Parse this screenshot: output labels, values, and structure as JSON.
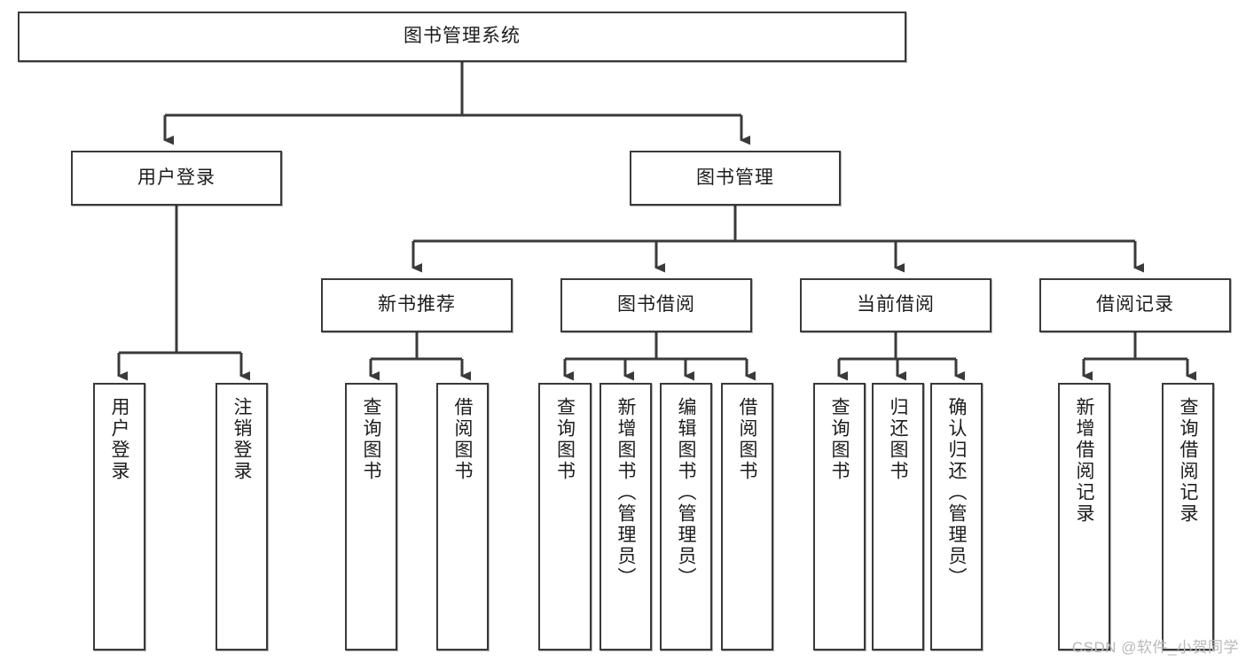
{
  "diagram": {
    "title": "图书管理系统",
    "type": "hierarchy-tree",
    "root": {
      "id": "root",
      "label": "图书管理系统"
    },
    "level2": [
      {
        "id": "user-login",
        "label": "用户登录"
      },
      {
        "id": "book-manage",
        "label": "图书管理"
      }
    ],
    "level3": [
      {
        "id": "new-book-recommend",
        "label": "新书推荐"
      },
      {
        "id": "book-borrow",
        "label": "图书借阅"
      },
      {
        "id": "current-borrow",
        "label": "当前借阅"
      },
      {
        "id": "borrow-record",
        "label": "借阅记录"
      }
    ],
    "leaves": {
      "user_login": [
        {
          "id": "leaf-user-login",
          "label": "用户登录"
        },
        {
          "id": "leaf-user-logout",
          "label": "注销登录"
        }
      ],
      "new_book_recommend": [
        {
          "id": "leaf-query-book-1",
          "label": "查询图书"
        },
        {
          "id": "leaf-borrow-book-1",
          "label": "借阅图书"
        }
      ],
      "book_borrow": [
        {
          "id": "leaf-query-book-2",
          "label": "查询图书"
        },
        {
          "id": "leaf-add-book",
          "label": "新增图书（管理员）"
        },
        {
          "id": "leaf-edit-book",
          "label": "编辑图书（管理员）"
        },
        {
          "id": "leaf-borrow-book-2",
          "label": "借阅图书"
        }
      ],
      "current_borrow": [
        {
          "id": "leaf-query-book-3",
          "label": "查询图书"
        },
        {
          "id": "leaf-return-book",
          "label": "归还图书"
        },
        {
          "id": "leaf-confirm-return",
          "label": "确认归还（管理员）"
        }
      ],
      "borrow_record": [
        {
          "id": "leaf-add-borrow-record",
          "label": "新增借阅记录"
        },
        {
          "id": "leaf-query-borrow-record",
          "label": "查询借阅记录"
        }
      ]
    }
  },
  "watermark": {
    "text": "CSDN @软件_小贺同学"
  },
  "colors": {
    "box_border": "#3a3a3a",
    "box_fill": "#ffffff",
    "line": "#3a3a3a",
    "text": "#1c1c1c",
    "watermark": "#b9b9b9"
  }
}
